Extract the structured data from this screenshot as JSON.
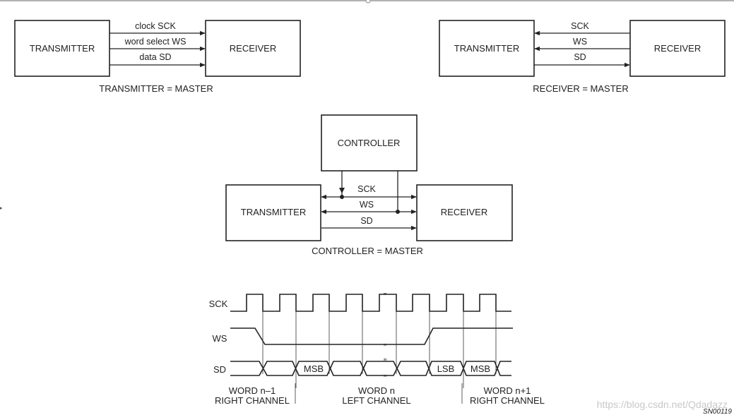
{
  "config_tm": {
    "transmitter": "TRANSMITTER",
    "receiver": "RECEIVER",
    "signals": [
      "clock SCK",
      "word select WS",
      "data SD"
    ],
    "caption": "TRANSMITTER = MASTER"
  },
  "config_rm": {
    "transmitter": "TRANSMITTER",
    "receiver": "RECEIVER",
    "signals": [
      "SCK",
      "WS",
      "SD"
    ],
    "caption": "RECEIVER = MASTER"
  },
  "config_cm": {
    "controller": "CONTROLLER",
    "transmitter": "TRANSMITTER",
    "receiver": "RECEIVER",
    "signals": [
      "SCK",
      "WS",
      "SD"
    ],
    "caption": "CONTROLLER = MASTER"
  },
  "timing": {
    "row_labels": [
      "SCK",
      "WS",
      "SD"
    ],
    "sd_labels": [
      "MSB",
      "LSB",
      "MSB"
    ],
    "break_mark": "”",
    "words": [
      {
        "line1": "WORD n–1",
        "line2": "RIGHT CHANNEL"
      },
      {
        "line1": "WORD n",
        "line2": "LEFT CHANNEL"
      },
      {
        "line1": "WORD n+1",
        "line2": "RIGHT CHANNEL"
      }
    ]
  },
  "figure_code": "SN00119",
  "watermark": "https://blog.csdn.net/Qdadazz"
}
